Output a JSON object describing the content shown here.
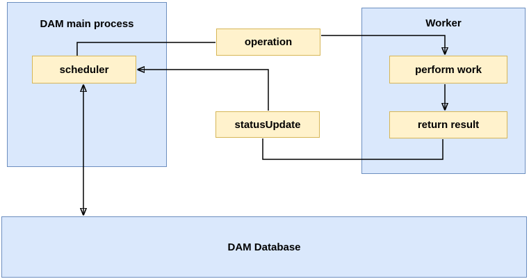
{
  "diagram": {
    "background": "#ffffff",
    "colors": {
      "container_fill": "#dae8fc",
      "container_border": "#6c8ebf",
      "node_fill": "#fff2cc",
      "node_border": "#d6b656",
      "edge_color": "#000000",
      "text_color": "#000000"
    },
    "containers": {
      "dam_main_process": {
        "label": "DAM main process"
      },
      "worker": {
        "label": "Worker"
      },
      "dam_database": {
        "label": "DAM Database"
      }
    },
    "nodes": {
      "scheduler": {
        "label": "scheduler"
      },
      "operation": {
        "label": "operation"
      },
      "status_update": {
        "label": "statusUpdate"
      },
      "perform_work": {
        "label": "perform work"
      },
      "return_result": {
        "label": "return result"
      }
    },
    "edges": [
      {
        "from": "scheduler",
        "to": "operation",
        "arrowheads": "none"
      },
      {
        "from": "operation",
        "to": "perform_work",
        "arrowheads": "end"
      },
      {
        "from": "perform_work",
        "to": "return_result",
        "arrowheads": "end"
      },
      {
        "from": "return_result",
        "to": "status_update",
        "arrowheads": "none"
      },
      {
        "from": "status_update",
        "to": "scheduler",
        "arrowheads": "end"
      },
      {
        "from": "scheduler",
        "to": "dam_database",
        "arrowheads": "both"
      }
    ]
  }
}
